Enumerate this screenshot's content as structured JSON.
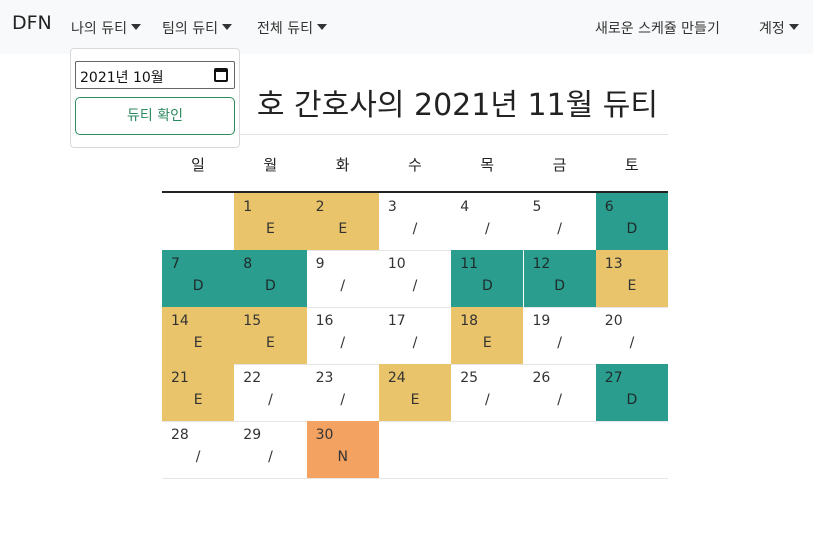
{
  "navbar": {
    "brand": "DFN",
    "menus": [
      {
        "label": "나의 듀티"
      },
      {
        "label": "팀의 듀티"
      },
      {
        "label": "전체 듀티"
      }
    ],
    "create_schedule": "새로운 스케쥴 만들기",
    "account": "계정"
  },
  "dropdown": {
    "month_value": "2021년 10월",
    "confirm_label": "듀티 확인"
  },
  "page": {
    "title": "호 간호사의 2021년 11월 듀티"
  },
  "colors": {
    "D": "#2a9d8f",
    "E": "#e9c46a",
    "N": "#f4a261"
  },
  "calendar": {
    "weekdays": [
      "일",
      "월",
      "화",
      "수",
      "목",
      "금",
      "토"
    ],
    "first_weekday_index": 1,
    "days": [
      {
        "day": "1",
        "duty": "E"
      },
      {
        "day": "2",
        "duty": "E"
      },
      {
        "day": "3",
        "duty": "/"
      },
      {
        "day": "4",
        "duty": "/"
      },
      {
        "day": "5",
        "duty": "/"
      },
      {
        "day": "6",
        "duty": "D"
      },
      {
        "day": "7",
        "duty": "D"
      },
      {
        "day": "8",
        "duty": "D"
      },
      {
        "day": "9",
        "duty": "/"
      },
      {
        "day": "10",
        "duty": "/"
      },
      {
        "day": "11",
        "duty": "D"
      },
      {
        "day": "12",
        "duty": "D"
      },
      {
        "day": "13",
        "duty": "E"
      },
      {
        "day": "14",
        "duty": "E"
      },
      {
        "day": "15",
        "duty": "E"
      },
      {
        "day": "16",
        "duty": "/"
      },
      {
        "day": "17",
        "duty": "/"
      },
      {
        "day": "18",
        "duty": "E"
      },
      {
        "day": "19",
        "duty": "/"
      },
      {
        "day": "20",
        "duty": "/"
      },
      {
        "day": "21",
        "duty": "E"
      },
      {
        "day": "22",
        "duty": "/"
      },
      {
        "day": "23",
        "duty": "/"
      },
      {
        "day": "24",
        "duty": "E"
      },
      {
        "day": "25",
        "duty": "/"
      },
      {
        "day": "26",
        "duty": "/"
      },
      {
        "day": "27",
        "duty": "D"
      },
      {
        "day": "28",
        "duty": "/"
      },
      {
        "day": "29",
        "duty": "/"
      },
      {
        "day": "30",
        "duty": "N"
      }
    ]
  }
}
